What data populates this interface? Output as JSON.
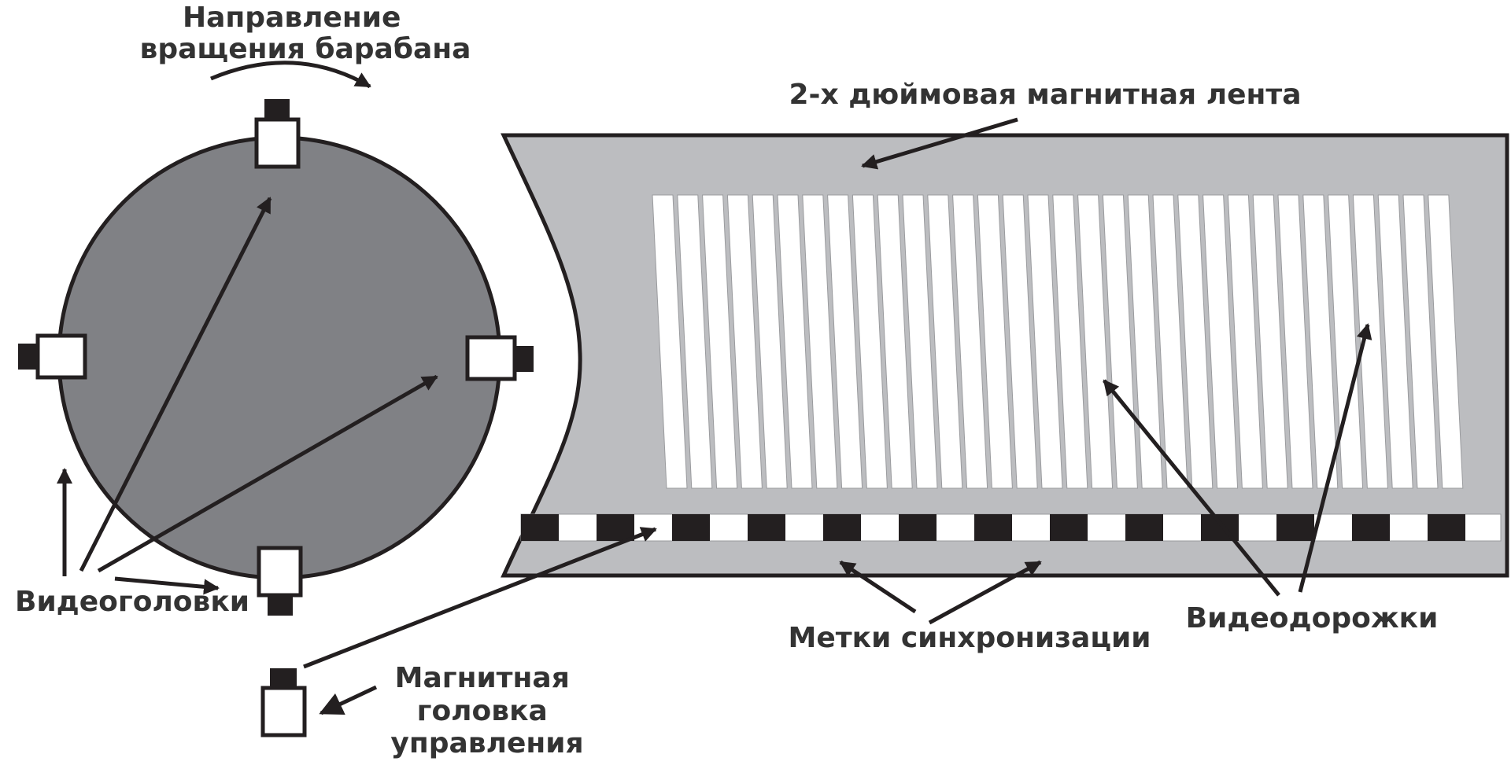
{
  "labels": {
    "drum_rotation_line1": "Направление",
    "drum_rotation_line2": "вращения барабана",
    "tape": "2-х дюймовая магнитная лента",
    "video_heads": "Видеоголовки",
    "sync_marks": "Метки синхронизации",
    "video_tracks": "Видеодорожки",
    "control_head_line1": "Магнитная",
    "control_head_line2": "головка",
    "control_head_line3": "управления"
  },
  "colors": {
    "drum": "#808185",
    "tape": "#bcbdc0",
    "outline": "#231f20",
    "text": "#333333",
    "track": "#ffffff"
  },
  "structure": {
    "video_track_count": 32,
    "sync_mark_count": 13,
    "video_head_count": 4
  }
}
